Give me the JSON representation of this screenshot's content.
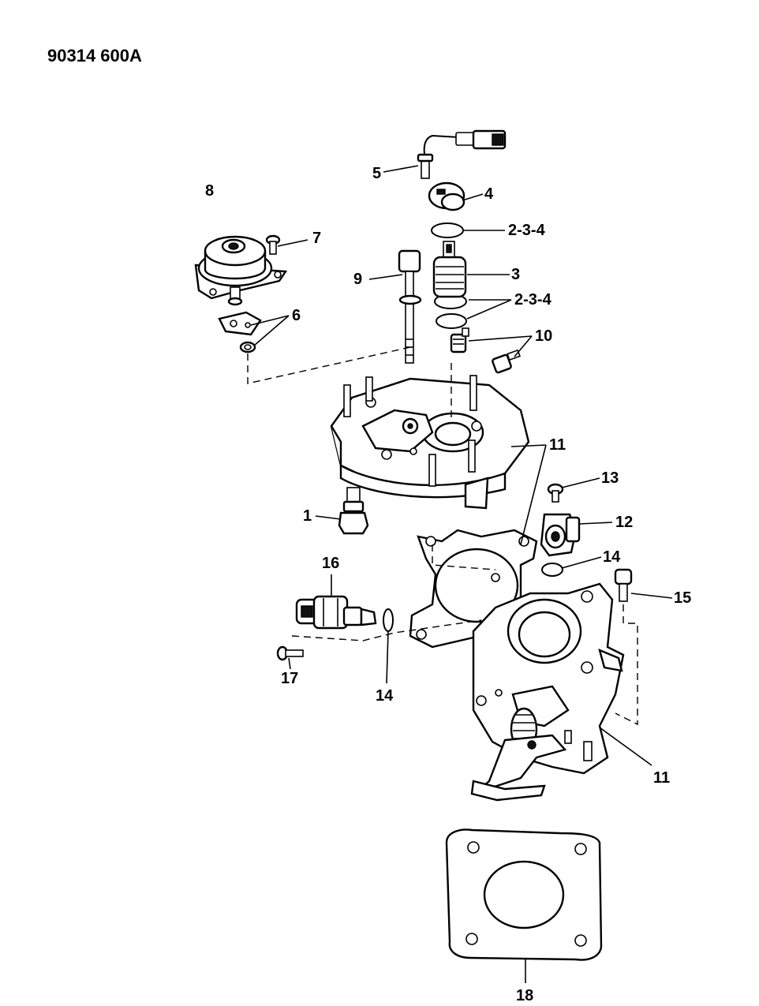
{
  "diagram": {
    "code": "90314 600A",
    "labels": {
      "p1": "1",
      "p2_3_4_top": "2-3-4",
      "p2_3_4_mid": "2-3-4",
      "p3": "3",
      "p4": "4",
      "p5": "5",
      "p6": "6",
      "p7": "7",
      "p8": "8",
      "p9": "9",
      "p10": "10",
      "p11_top": "11",
      "p11_bottom": "11",
      "p12": "12",
      "p13": "13",
      "p14_right": "14",
      "p14_left": "14",
      "p15": "15",
      "p16": "16",
      "p17": "17",
      "p18": "18"
    }
  }
}
